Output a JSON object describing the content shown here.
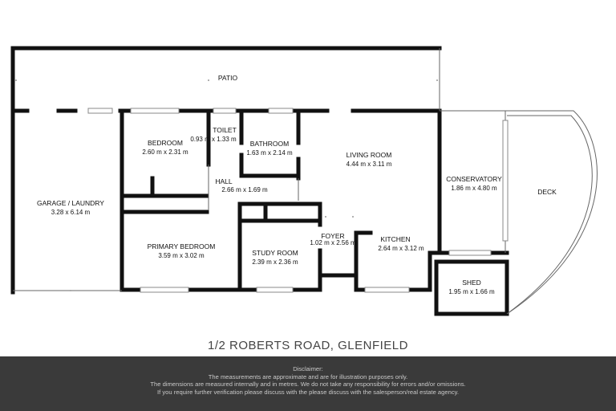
{
  "rooms": {
    "patio": {
      "label": "PATIO"
    },
    "garage": {
      "label": "GARAGE / LAUNDRY",
      "dim": "3.28 x 6.14 m"
    },
    "bedroom": {
      "label": "BEDROOM",
      "dim": "2.60 m x 2.31 m"
    },
    "toilet": {
      "label": "TOILET",
      "dim": "0.93 m x 1.33 m"
    },
    "bathroom": {
      "label": "BATHROOM",
      "dim": "1.63 m x 2.14 m"
    },
    "hall": {
      "label": "HALL",
      "dim": "2.66 m x 1.69 m"
    },
    "living": {
      "label": "LIVING ROOM",
      "dim": "4.44 m x 3.11 m"
    },
    "conservatory": {
      "label": "CONSERVATORY",
      "dim": "1.86 m x 4.80 m"
    },
    "deck": {
      "label": "DECK"
    },
    "primary": {
      "label": "PRIMARY BEDROOM",
      "dim": "3.59 m x 3.02 m"
    },
    "study": {
      "label": "STUDY ROOM",
      "dim": "2.39 m x 2.36 m"
    },
    "foyer": {
      "label": "FOYER",
      "dim": "1.02 m x 2.56 m"
    },
    "kitchen": {
      "label": "KITCHEN",
      "dim": "2.64 m x 3.12 m"
    },
    "shed": {
      "label": "SHED",
      "dim": "1.95 m x 1.66 m"
    }
  },
  "address": "1/2 ROBERTS ROAD, GLENFIELD",
  "disclaimer": {
    "title": "Disclaimer:",
    "line1": "The measurements are approximate and are for illustration purposes only.",
    "line2": "The dimensions are measured internally and in metres. We do not take any responsibility for errors and/or omissions.",
    "line3": "If you require further verification please discuss with the please discuss with the salesperson/real estate agency."
  }
}
